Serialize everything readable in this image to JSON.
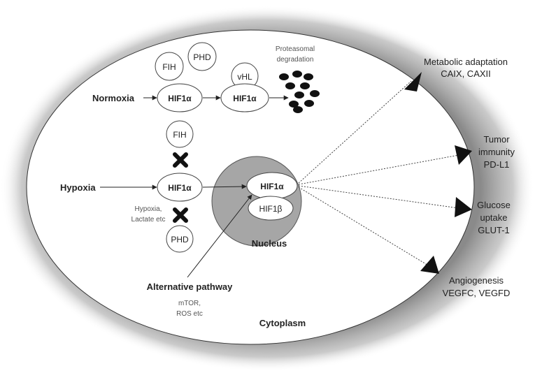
{
  "diagram": {
    "normoxia": {
      "label": "Normoxia",
      "fih": "FIH",
      "phd": "PHD",
      "hif1a_left": "HIF1α",
      "vhl": "vHL",
      "hif1a_right": "HIF1α",
      "proteasomal_line1": "Proteasomal",
      "proteasomal_line2": "degradation"
    },
    "hypoxia": {
      "label": "Hypoxia",
      "fih": "FIH",
      "hif1a": "HIF1α",
      "phd": "PHD",
      "note_line1": "Hypoxia,",
      "note_line2": "Lactate etc"
    },
    "nucleus": {
      "label": "Nucleus",
      "hif1a": "HIF1α",
      "hif1b": "HIF1β"
    },
    "alternative": {
      "label": "Alternative pathway",
      "note_line1": "mTOR,",
      "note_line2": "ROS etc"
    },
    "cytoplasm": "Cytoplasm",
    "outcomes": {
      "metabolic_line1": "Metabolic adaptation",
      "metabolic_line2": "CAIX, CAXII",
      "tumor_line1": "Tumor",
      "tumor_line2": "immunity",
      "tumor_line3": "PD-L1",
      "glucose_line1": "Glucose",
      "glucose_line2": "uptake",
      "glucose_line3": "GLUT-1",
      "angio_line1": "Angiogenesis",
      "angio_line2": "VEGFC, VEGFD"
    }
  }
}
